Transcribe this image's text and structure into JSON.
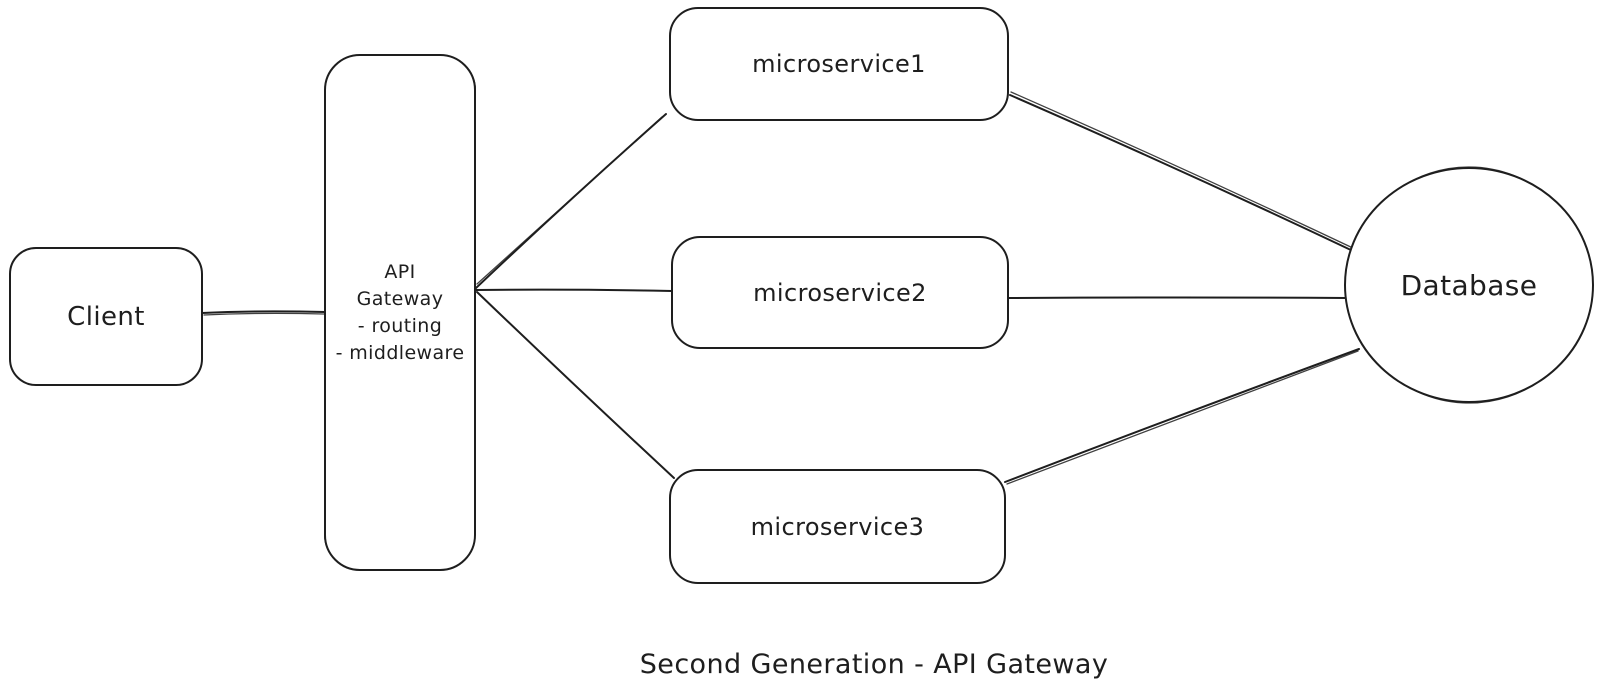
{
  "diagram": {
    "caption": "Second Generation - API Gateway",
    "colors": {
      "ink": "#1e1e1e",
      "background": "#ffffff"
    },
    "nodes": {
      "client": {
        "label": "Client",
        "shape": "rounded-rectangle"
      },
      "api_gateway": {
        "shape": "rounded-rectangle",
        "lines": [
          "API",
          "Gateway",
          "- routing",
          "- middleware"
        ]
      },
      "microservice1": {
        "label": "microservice1",
        "shape": "rounded-rectangle"
      },
      "microservice2": {
        "label": "microservice2",
        "shape": "rounded-rectangle"
      },
      "microservice3": {
        "label": "microservice3",
        "shape": "rounded-rectangle"
      },
      "database": {
        "label": "Database",
        "shape": "circle"
      }
    },
    "edges": [
      {
        "from": "client",
        "to": "api_gateway"
      },
      {
        "from": "api_gateway",
        "to": "microservice1"
      },
      {
        "from": "api_gateway",
        "to": "microservice2"
      },
      {
        "from": "api_gateway",
        "to": "microservice3"
      },
      {
        "from": "microservice1",
        "to": "database"
      },
      {
        "from": "microservice2",
        "to": "database"
      },
      {
        "from": "microservice3",
        "to": "database"
      }
    ]
  }
}
